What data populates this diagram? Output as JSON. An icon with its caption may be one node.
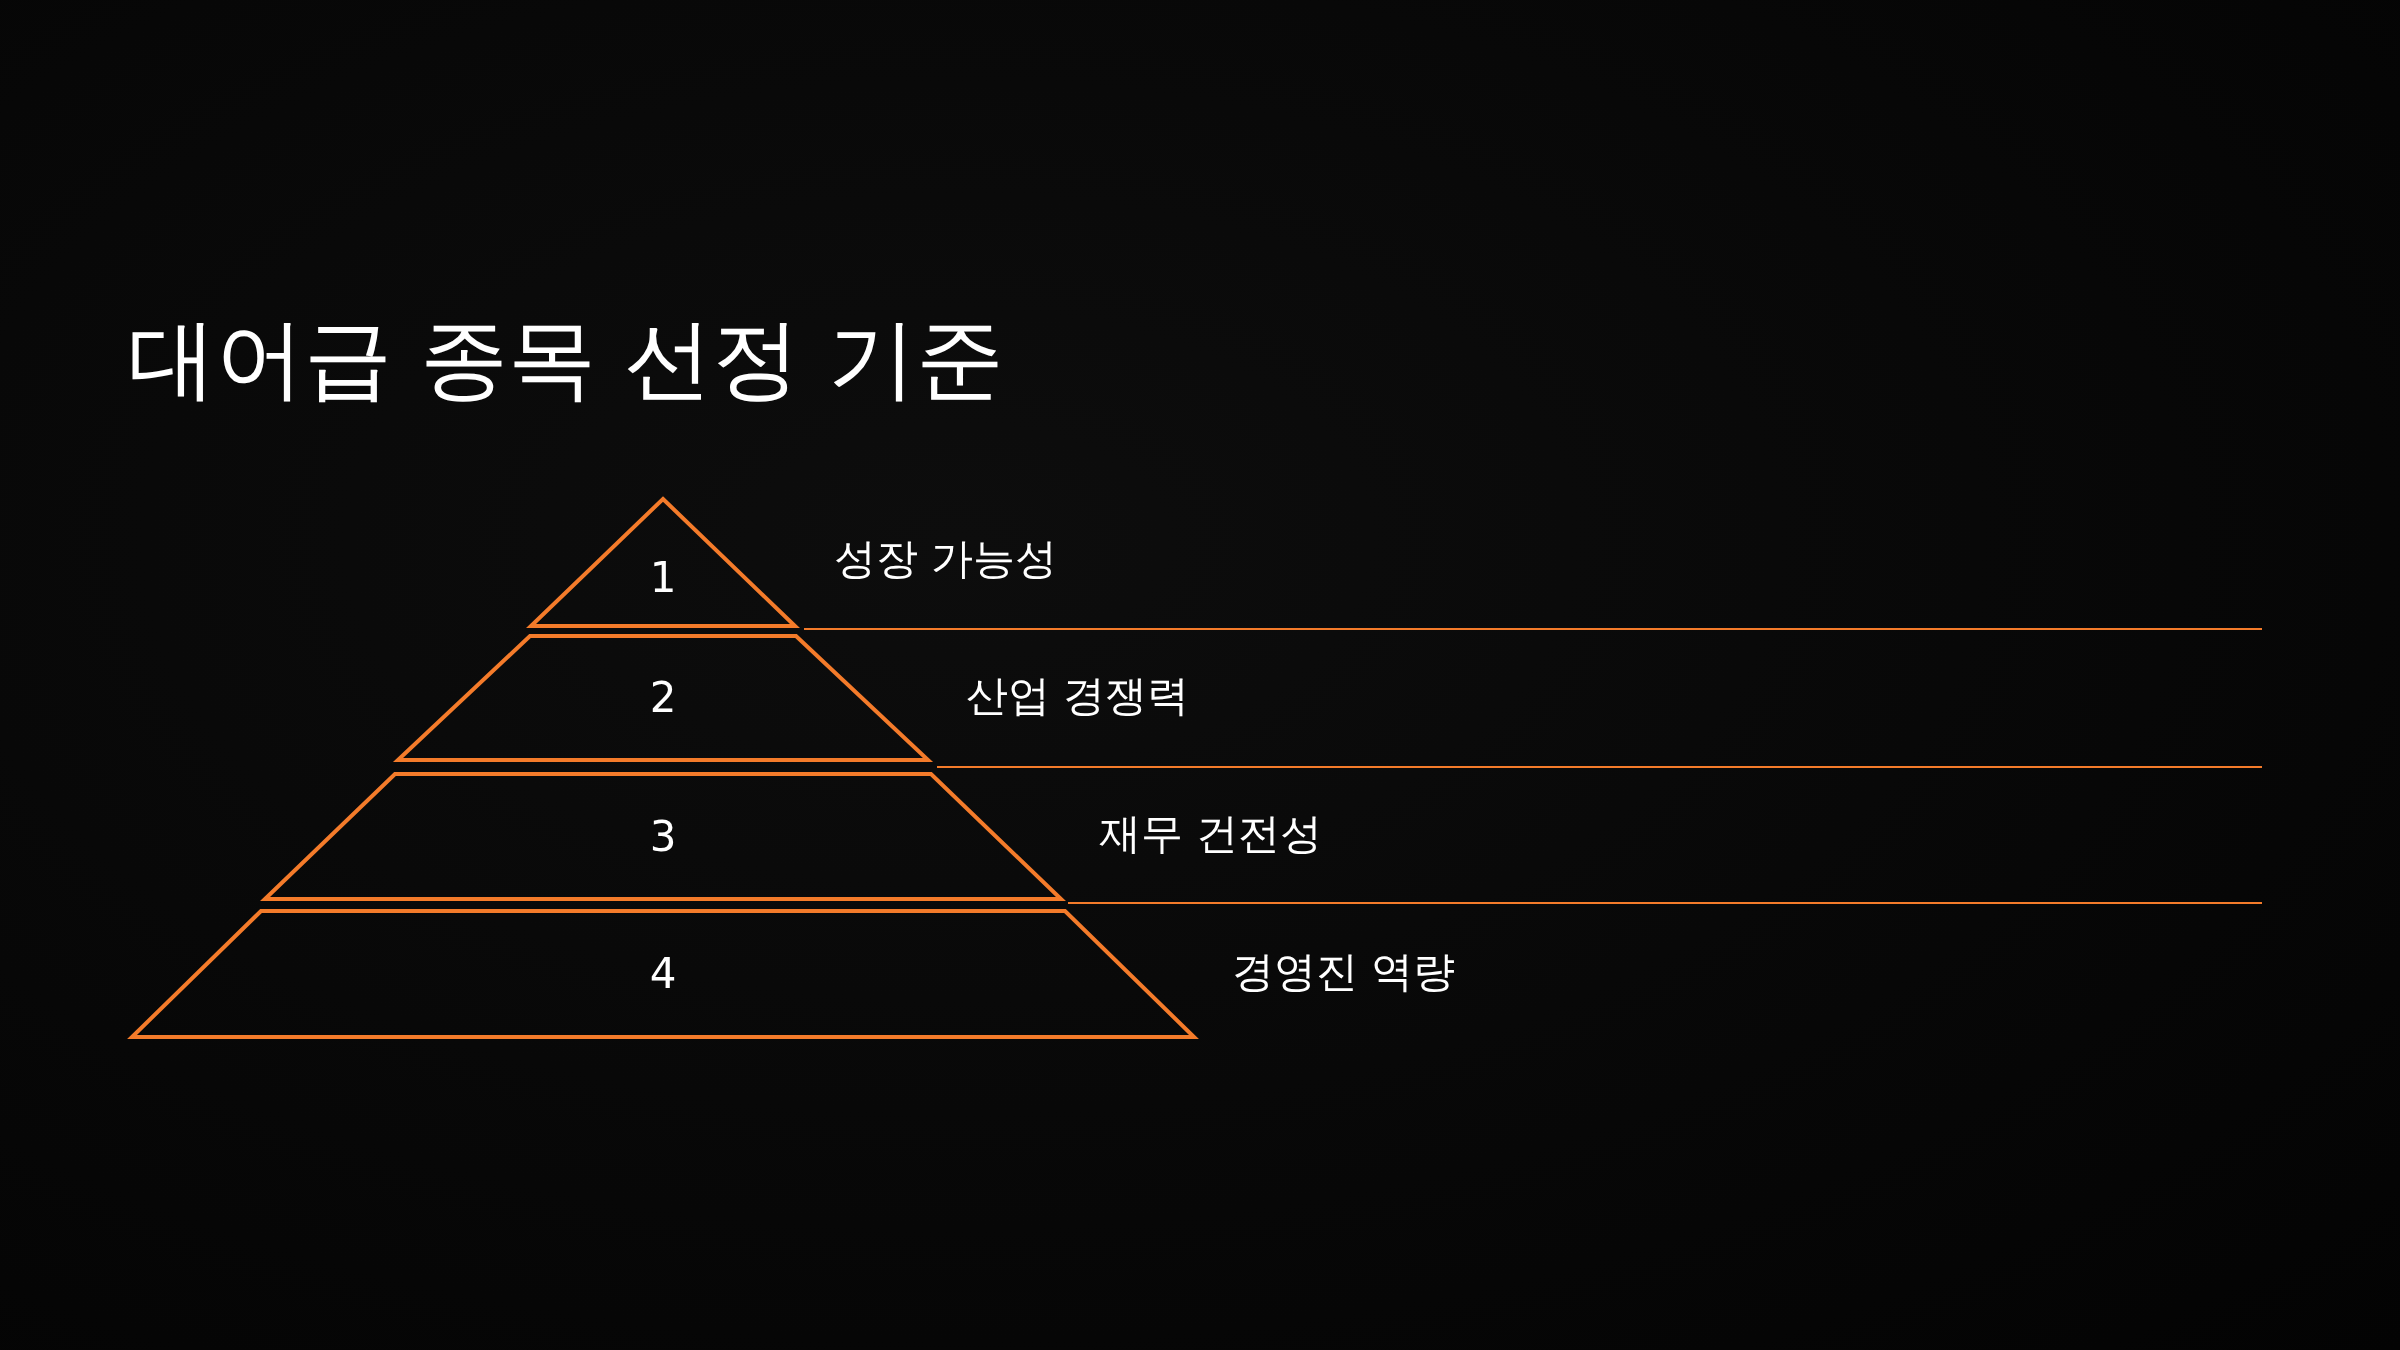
{
  "diagram": {
    "title": "대어급 종목 선정 기준",
    "nodes": [
      {
        "text": [
          "1"
        ],
        "beside": [
          "성장 가능성"
        ]
      },
      {
        "text": [
          "2"
        ],
        "beside": [
          "산업 경쟁력"
        ]
      },
      {
        "text": [
          "3"
        ],
        "beside": [
          "재무 건전성"
        ]
      },
      {
        "text": [
          "4"
        ],
        "beside": [
          "경영진 역량"
        ]
      }
    ]
  }
}
